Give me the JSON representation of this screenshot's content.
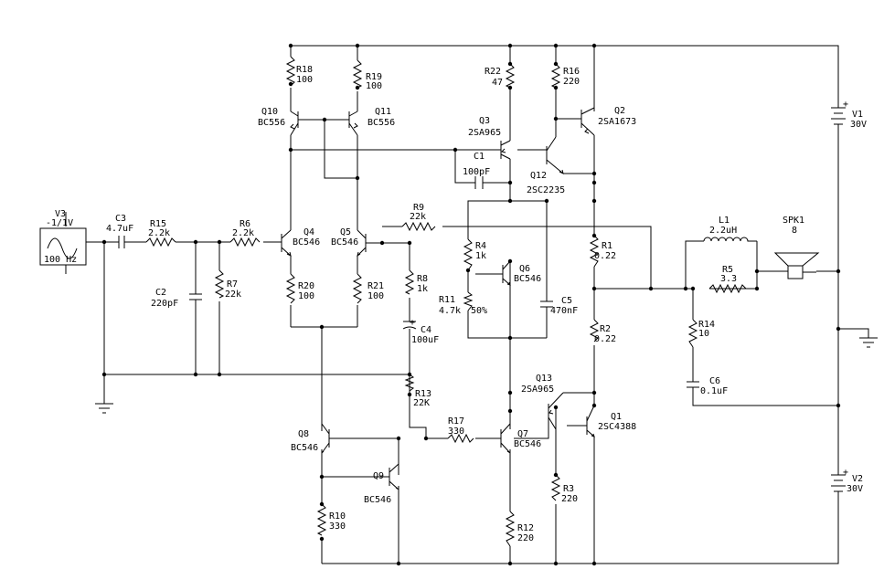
{
  "labels": {
    "V3": {
      "name": "V3",
      "value": "-1/1V",
      "freq": "100 Hz"
    },
    "C3": {
      "name": "C3",
      "value": "4.7uF"
    },
    "R15": {
      "name": "R15",
      "value": "2.2k"
    },
    "R6": {
      "name": "R6",
      "value": "2.2k"
    },
    "C2": {
      "name": "C2",
      "value": "220pF"
    },
    "R7": {
      "name": "R7",
      "value": "22k"
    },
    "Q4": {
      "name": "Q4",
      "value": "BC546"
    },
    "Q5": {
      "name": "Q5",
      "value": "BC546"
    },
    "Q10": {
      "name": "Q10",
      "value": "BC556"
    },
    "Q11": {
      "name": "Q11",
      "value": "BC556"
    },
    "R18": {
      "name": "R18",
      "value": "100"
    },
    "R19": {
      "name": "R19",
      "value": "100"
    },
    "R20": {
      "name": "R20",
      "value": "100"
    },
    "R21": {
      "name": "R21",
      "value": "100"
    },
    "R22": {
      "name": "R22",
      "value": "47"
    },
    "R16": {
      "name": "R16",
      "value": "220"
    },
    "Q3": {
      "name": "Q3",
      "value": "2SA965"
    },
    "Q2": {
      "name": "Q2",
      "value": "2SA1673"
    },
    "C1": {
      "name": "C1",
      "value": "100pF"
    },
    "Q12": {
      "name": "Q12",
      "value": "2SC2235"
    },
    "R9": {
      "name": "R9",
      "value": "22k"
    },
    "R4": {
      "name": "R4",
      "value": "1k"
    },
    "Q6": {
      "name": "Q6",
      "value": "BC546"
    },
    "R11": {
      "name": "R11",
      "value": "4.7k",
      "extra": "50%"
    },
    "C5": {
      "name": "C5",
      "value": "470nF"
    },
    "R8": {
      "name": "R8",
      "value": "1k"
    },
    "C4": {
      "name": "C4",
      "value": "100uF"
    },
    "R1": {
      "name": "R1",
      "value": "0.22"
    },
    "R2": {
      "name": "R2",
      "value": "0.22"
    },
    "L1": {
      "name": "L1",
      "value": "2.2uH"
    },
    "R5": {
      "name": "R5",
      "value": "3.3"
    },
    "SPK1": {
      "name": "SPK1",
      "value": "8"
    },
    "R14": {
      "name": "R14",
      "value": "10"
    },
    "C6": {
      "name": "C6",
      "value": "0.1uF"
    },
    "V1": {
      "name": "V1",
      "value": "30V"
    },
    "V2": {
      "name": "V2",
      "value": "30V"
    },
    "R13": {
      "name": "R13",
      "value": "22K"
    },
    "R17": {
      "name": "R17",
      "value": "330"
    },
    "Q13": {
      "name": "Q13",
      "value": "2SA965"
    },
    "Q1": {
      "name": "Q1",
      "value": "2SC4388"
    },
    "Q7": {
      "name": "Q7",
      "value": "BC546"
    },
    "Q8": {
      "name": "Q8",
      "value": "BC546"
    },
    "Q9": {
      "name": "Q9",
      "value": "BC546"
    },
    "R10": {
      "name": "R10",
      "value": "330"
    },
    "R3": {
      "name": "R3",
      "value": "220"
    },
    "R12": {
      "name": "R12",
      "value": "220"
    }
  },
  "signs": {
    "plus": "+",
    "minus": "-"
  }
}
